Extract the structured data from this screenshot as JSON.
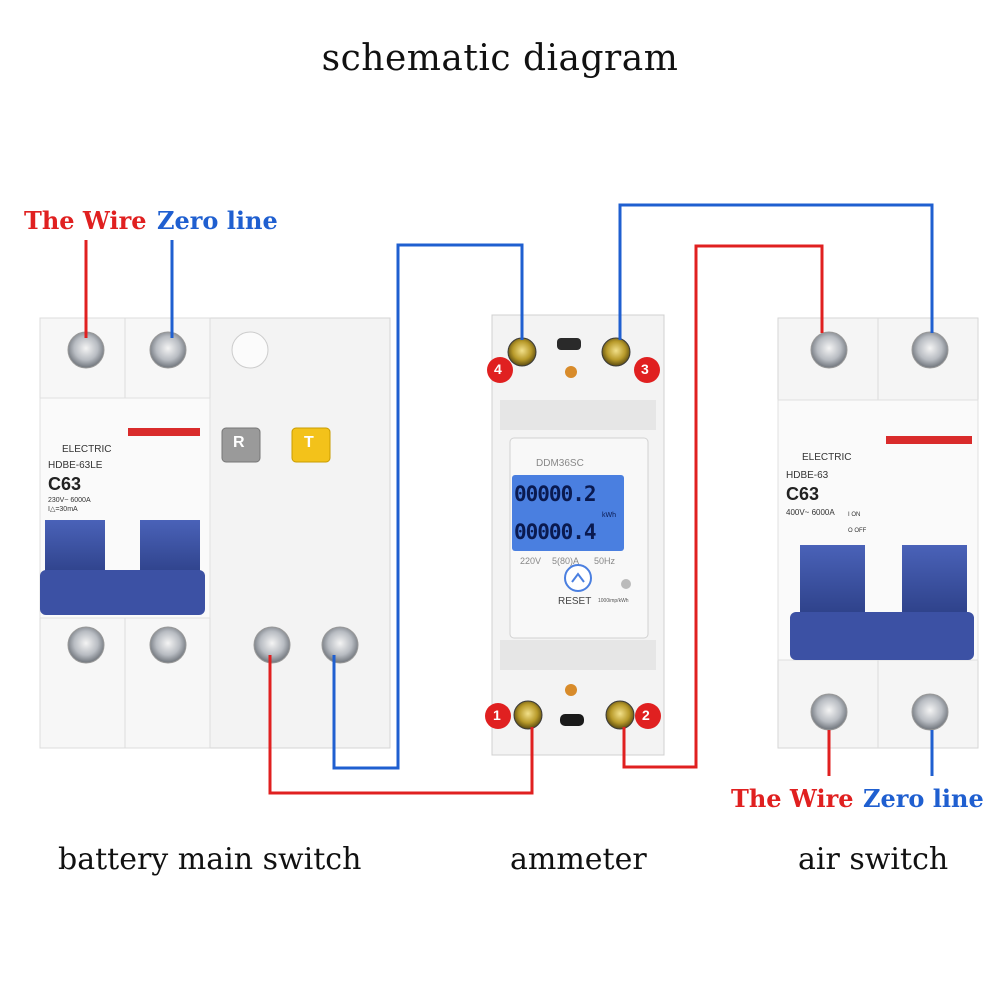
{
  "title": "schematic diagram",
  "labels": {
    "left_wire": "The Wire",
    "left_zero": "Zero line",
    "right_wire": "The Wire",
    "right_zero": "Zero line"
  },
  "captions": {
    "left": "battery main switch",
    "middle": "ammeter",
    "right": "air switch"
  },
  "left_breaker": {
    "brand": "ELECTRIC",
    "model": "HDBE-63LE",
    "rating": "C63",
    "specs": "230V~ 6000A I△=30mA",
    "r_button": "R",
    "t_button": "T"
  },
  "meter": {
    "model": "DDM36SC",
    "reading1": "00000.2",
    "reading2": "00000.4",
    "unit": "kWh",
    "voltage": "220V",
    "current": "5(80)A",
    "freq": "50Hz",
    "reset": "RESET",
    "imp": "1000imp/kWh",
    "terminals": [
      "1",
      "2",
      "3",
      "4"
    ]
  },
  "right_breaker": {
    "brand": "ELECTRIC",
    "model": "HDBE-63",
    "rating": "C63",
    "specs": "400V~ 6000A",
    "on_label": "I ON",
    "off_label": "O OFF"
  },
  "colors": {
    "live": "#e02020",
    "neutral": "#1f5fd0",
    "handle": "#3f55a8",
    "lcd": "#4a7fe0"
  }
}
